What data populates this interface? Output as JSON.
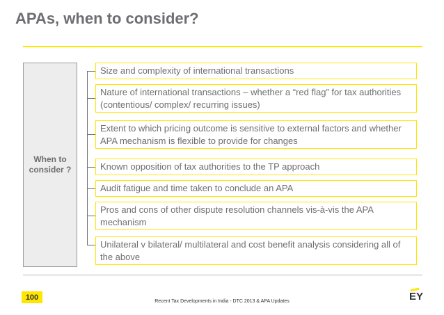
{
  "slide": {
    "title": "APAs, when to consider?",
    "left_label": "When to\nconsider ?",
    "items": [
      "Size and complexity of international transactions",
      "Nature of international transactions – whether a “red flag” for tax authorities (contentious/ complex/ recurring issues)",
      "Extent to which pricing outcome is sensitive to external factors and whether APA mechanism is flexible to provide for changes",
      "Known opposition of tax authorities to the TP approach",
      "Audit fatigue and time taken to conclude an APA",
      "Pros and cons of other dispute resolution channels vis-à-vis the APA mechanism",
      "Unilateral v bilateral/ multilateral and cost benefit analysis considering all of the above"
    ],
    "footer": "Recent Tax Developments in India - DTC 2013 & APA Updates",
    "badge": "100",
    "brand": "EY"
  },
  "colors": {
    "accent": "#ffe600",
    "text": "#6d6e71",
    "panel": "#ededed"
  }
}
